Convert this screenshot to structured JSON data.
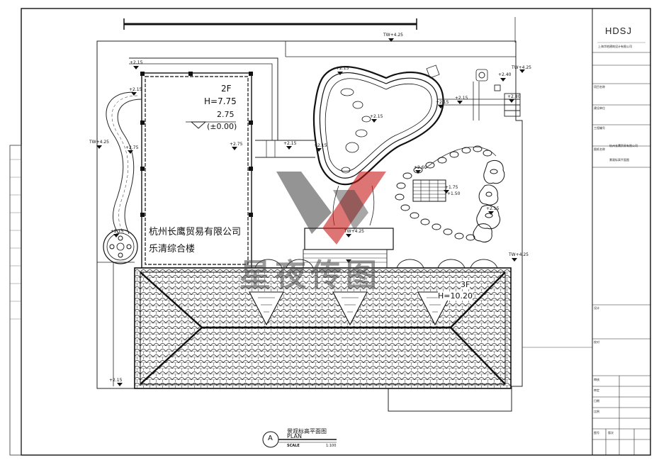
{
  "title_block": {
    "company_code": "HDSJ",
    "company_name": "上海华地建筑设计有限公司",
    "project_name": "杭州长鹰贸易有限公司",
    "drawing_name": "景观标高平面图",
    "small_fields": [
      "项目名称",
      "建设单位",
      "工程编号",
      "图纸名称",
      "设计",
      "校对",
      "审核",
      "审定",
      "日期",
      "比例",
      "图号",
      "版次"
    ]
  },
  "plan": {
    "building_name": "杭州长鹰贸易有限公司",
    "building_subname": "乐清综合楼",
    "floor_2f": "2F",
    "height_2f": "H=7.75",
    "level_value": "2.75",
    "level_zero": "(±0.00)",
    "floor_3f": "3F",
    "height_3f": "H=10.20"
  },
  "spot_levels": [
    {
      "id": "a",
      "text": "TW+4.25"
    },
    {
      "id": "b",
      "text": "+2.15"
    },
    {
      "id": "c",
      "text": "+2.15"
    },
    {
      "id": "d",
      "text": "+2.15"
    },
    {
      "id": "e",
      "text": "+2.40"
    },
    {
      "id": "f",
      "text": "TW+4.25"
    },
    {
      "id": "g",
      "text": "+2.15"
    },
    {
      "id": "h",
      "text": "+2.80"
    },
    {
      "id": "i",
      "text": "+2.15"
    },
    {
      "id": "j",
      "text": "TW+4.25"
    },
    {
      "id": "k",
      "text": "+2.75"
    },
    {
      "id": "l",
      "text": "+2.75"
    },
    {
      "id": "m",
      "text": "+2.15"
    },
    {
      "id": "n",
      "text": "+2.15"
    },
    {
      "id": "o",
      "text": "+2.15"
    },
    {
      "id": "p",
      "text": "+2.60"
    },
    {
      "id": "q",
      "text": "+1.75"
    },
    {
      "id": "r",
      "text": "+1.50"
    },
    {
      "id": "s",
      "text": "+2.15"
    },
    {
      "id": "t",
      "text": "+2.15"
    },
    {
      "id": "u",
      "text": "TW+4.25"
    },
    {
      "id": "v",
      "text": "TW+4.25"
    },
    {
      "id": "w",
      "text": "+2.15"
    }
  ],
  "drawing_title": {
    "symbol": "A",
    "name": "景观标高平面图",
    "english": "PLAN",
    "scale_label": "SCALE",
    "scale_value": "1:100"
  },
  "watermark": {
    "text": "星夜传图"
  }
}
